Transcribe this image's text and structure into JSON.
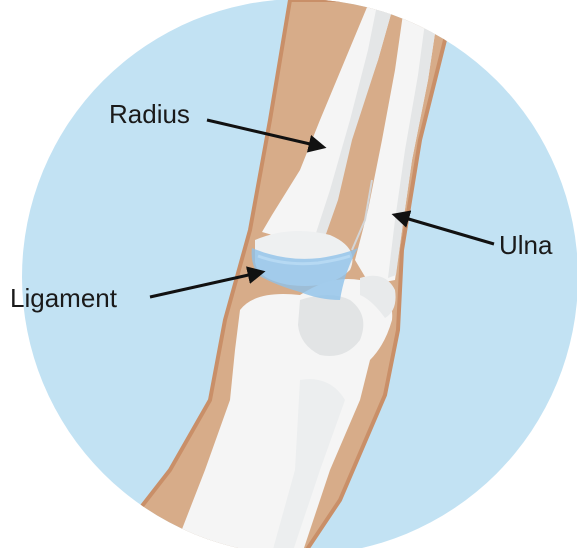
{
  "labels": {
    "radius": "Radius",
    "ulna": "Ulna",
    "ligament": "Ligament"
  },
  "colors": {
    "background_circle": "#c2e2f3",
    "skin": "#d7ac89",
    "skin_edge": "#c98f68",
    "bone": "#f5f5f5",
    "bone_shadow": "#dfe1e2",
    "ligament": "#8ec2ea",
    "arrow": "#111111"
  }
}
